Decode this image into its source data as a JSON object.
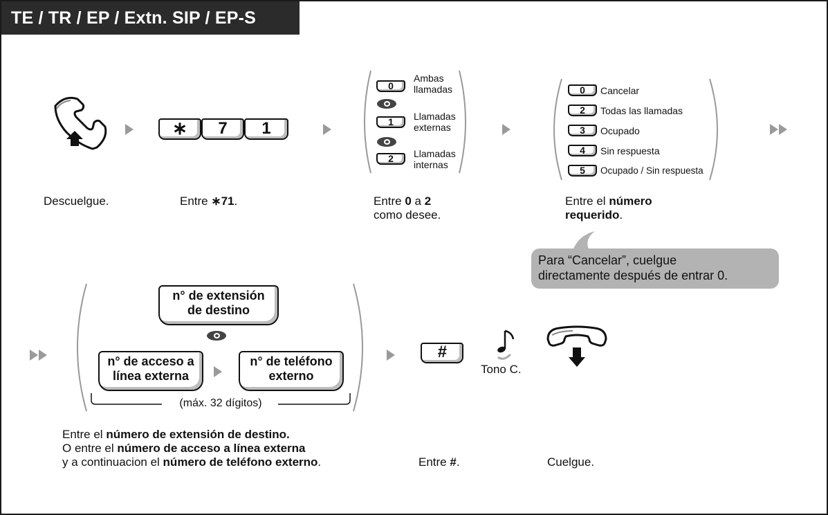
{
  "header": {
    "title": "TE / TR / EP / Extn. SIP / EP-S"
  },
  "keys": {
    "star": "∗",
    "seven": "7",
    "one": "1",
    "hash": "#"
  },
  "options_set1": {
    "items": [
      {
        "key": "0",
        "label_line1": "Ambas",
        "label_line2": "llamadas"
      },
      {
        "key": "1",
        "label_line1": "Llamadas",
        "label_line2": "externas"
      },
      {
        "key": "2",
        "label_line1": "Llamadas",
        "label_line2": "internas"
      }
    ]
  },
  "options_set2": {
    "items": [
      {
        "key": "0",
        "label": "Cancelar"
      },
      {
        "key": "2",
        "label": "Todas las llamadas"
      },
      {
        "key": "3",
        "label": "Ocupado"
      },
      {
        "key": "4",
        "label": "Sin respuesta"
      },
      {
        "key": "5",
        "label": "Ocupado / Sin respuesta"
      }
    ]
  },
  "captions": {
    "off_hook": "Descuelgue.",
    "enter_prefix": "Entre ",
    "enter_code": "∗71",
    "dot": ".",
    "enter_0_2_a": "Entre ",
    "enter_0_2_b": "0",
    "enter_0_2_c": " a ",
    "enter_0_2_d": "2",
    "enter_0_2_line2": "como desee.",
    "enter_required_a": "Entre el ",
    "enter_required_b": "número",
    "enter_required_line2": "requerido",
    "enter_hash_a": "Entre ",
    "enter_hash_b": "#",
    "hang_up": "Cuelgue.",
    "tone": "Tono C."
  },
  "note": {
    "line1": "Para “Cancelar”, cuelgue",
    "line2": "directamente después de entrar 0."
  },
  "destination": {
    "extension_line1": "n° de extensión",
    "extension_line2": "de destino",
    "access_line1": "n° de acceso a",
    "access_line2": "línea externa",
    "phone_line1": "n° de teléfono",
    "phone_line2": "externo",
    "max_digits": "(máx. 32 dígitos)"
  },
  "dest_caption": {
    "l1_a": "Entre el ",
    "l1_b": "número de extensión de destino.",
    "l2_a": "O entre el ",
    "l2_b": "número de acceso a línea externa",
    "l3_a": "y a continuacion el ",
    "l3_b": "número de teléfono externo",
    "l3_c": "."
  }
}
